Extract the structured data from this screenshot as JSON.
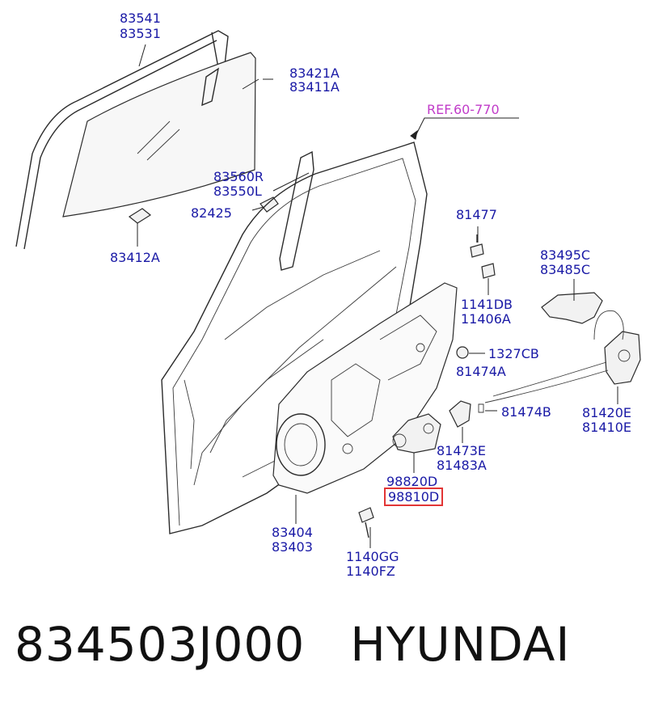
{
  "labels": {
    "l83541": "83541",
    "l83531": "83531",
    "l83421a": "83421A",
    "l83411a": "83411A",
    "ref": "REF.60-770",
    "l83560r": "83560R",
    "l83550l": "83550L",
    "l82425": "82425",
    "l83412a": "83412A",
    "l81477": "81477",
    "l83495c": "83495C",
    "l83485c": "83485C",
    "l1141db": "1141DB",
    "l11406a": "11406A",
    "l1327cb": "1327CB",
    "l81474a": "81474A",
    "l81474b": "81474B",
    "l81420e": "81420E",
    "l81410e": "81410E",
    "l81473e": "81473E",
    "l81483a": "81483A",
    "l98820d": "98820D",
    "l98810d": "98810D",
    "l83404": "83404",
    "l83403": "83403",
    "l1140gg": "1140GG",
    "l1140fz": "1140FZ"
  },
  "caption": {
    "part_number": "834503J000",
    "brand": "HYUNDAI"
  },
  "colors": {
    "label": "#1a1aa6",
    "reference": "#c13cc9",
    "highlight": "#e23535"
  }
}
